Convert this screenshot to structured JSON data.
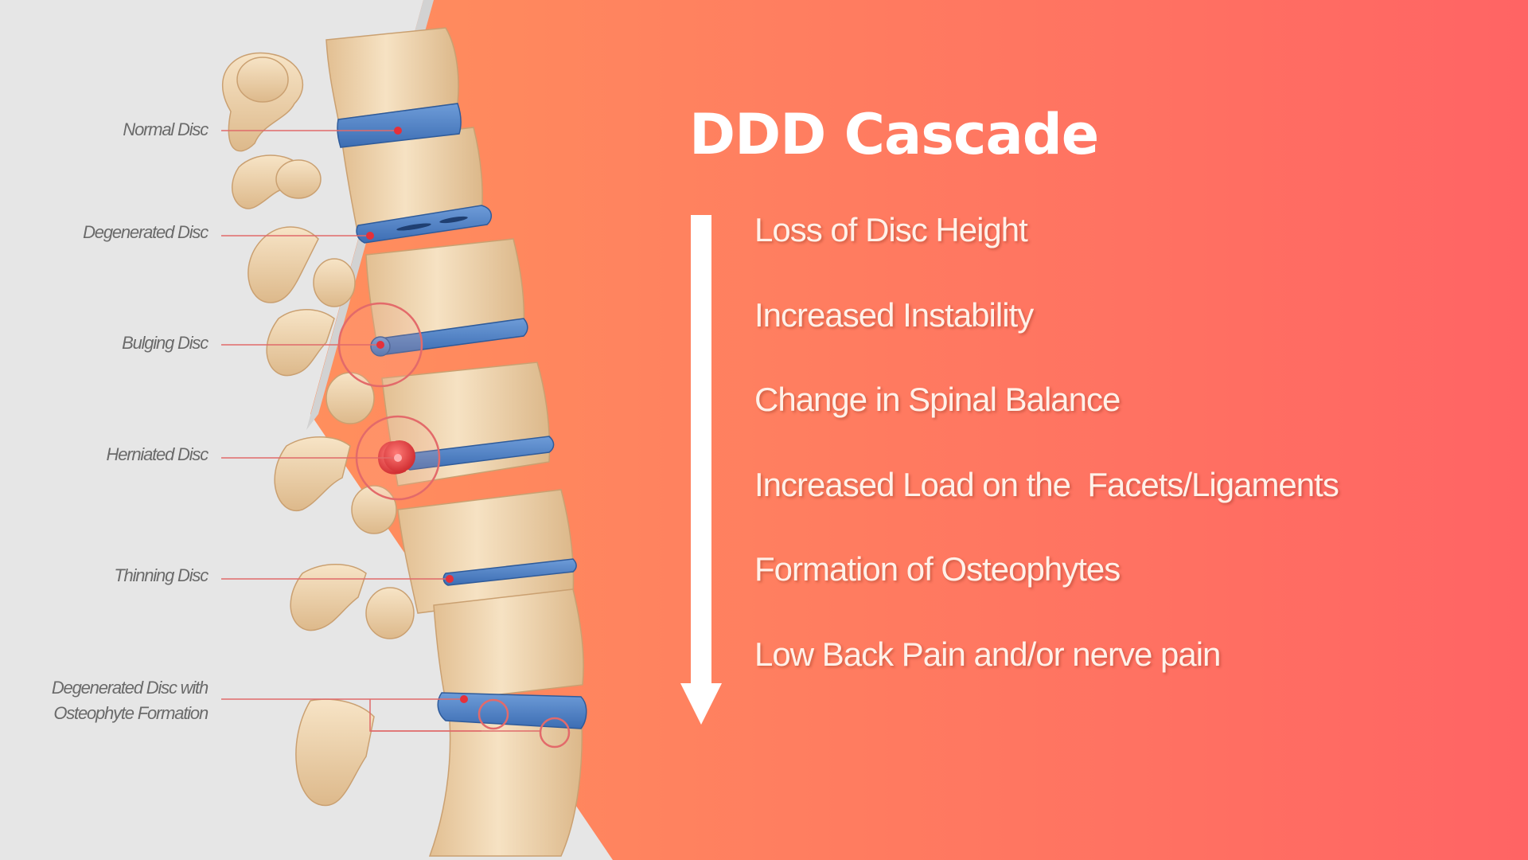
{
  "title": "DDD Cascade",
  "steps": [
    "Loss of Disc Height",
    "Increased Instability",
    "Change in Spinal Balance",
    "Increased Load on the  Facets/Ligaments",
    "Formation of Osteophytes",
    "Low Back Pain and/or nerve pain"
  ],
  "labels": {
    "normal": "Normal Disc",
    "degenerated": "Degenerated Disc",
    "bulging": "Bulging Disc",
    "herniated": "Herniated Disc",
    "thinning": "Thinning Disc",
    "osteophyte_line1": "Degenerated Disc with",
    "osteophyte_line2": "Osteophyte Formation"
  },
  "colors": {
    "gradient_start": "#ff8c5e",
    "gradient_end": "#ff6663",
    "left_panel": "#e6e6e6",
    "disc_blue": "#4a7fc4",
    "bone": "#f0d7b2",
    "herniation_red": "#e5303a",
    "leader_line": "#e06a6a"
  }
}
